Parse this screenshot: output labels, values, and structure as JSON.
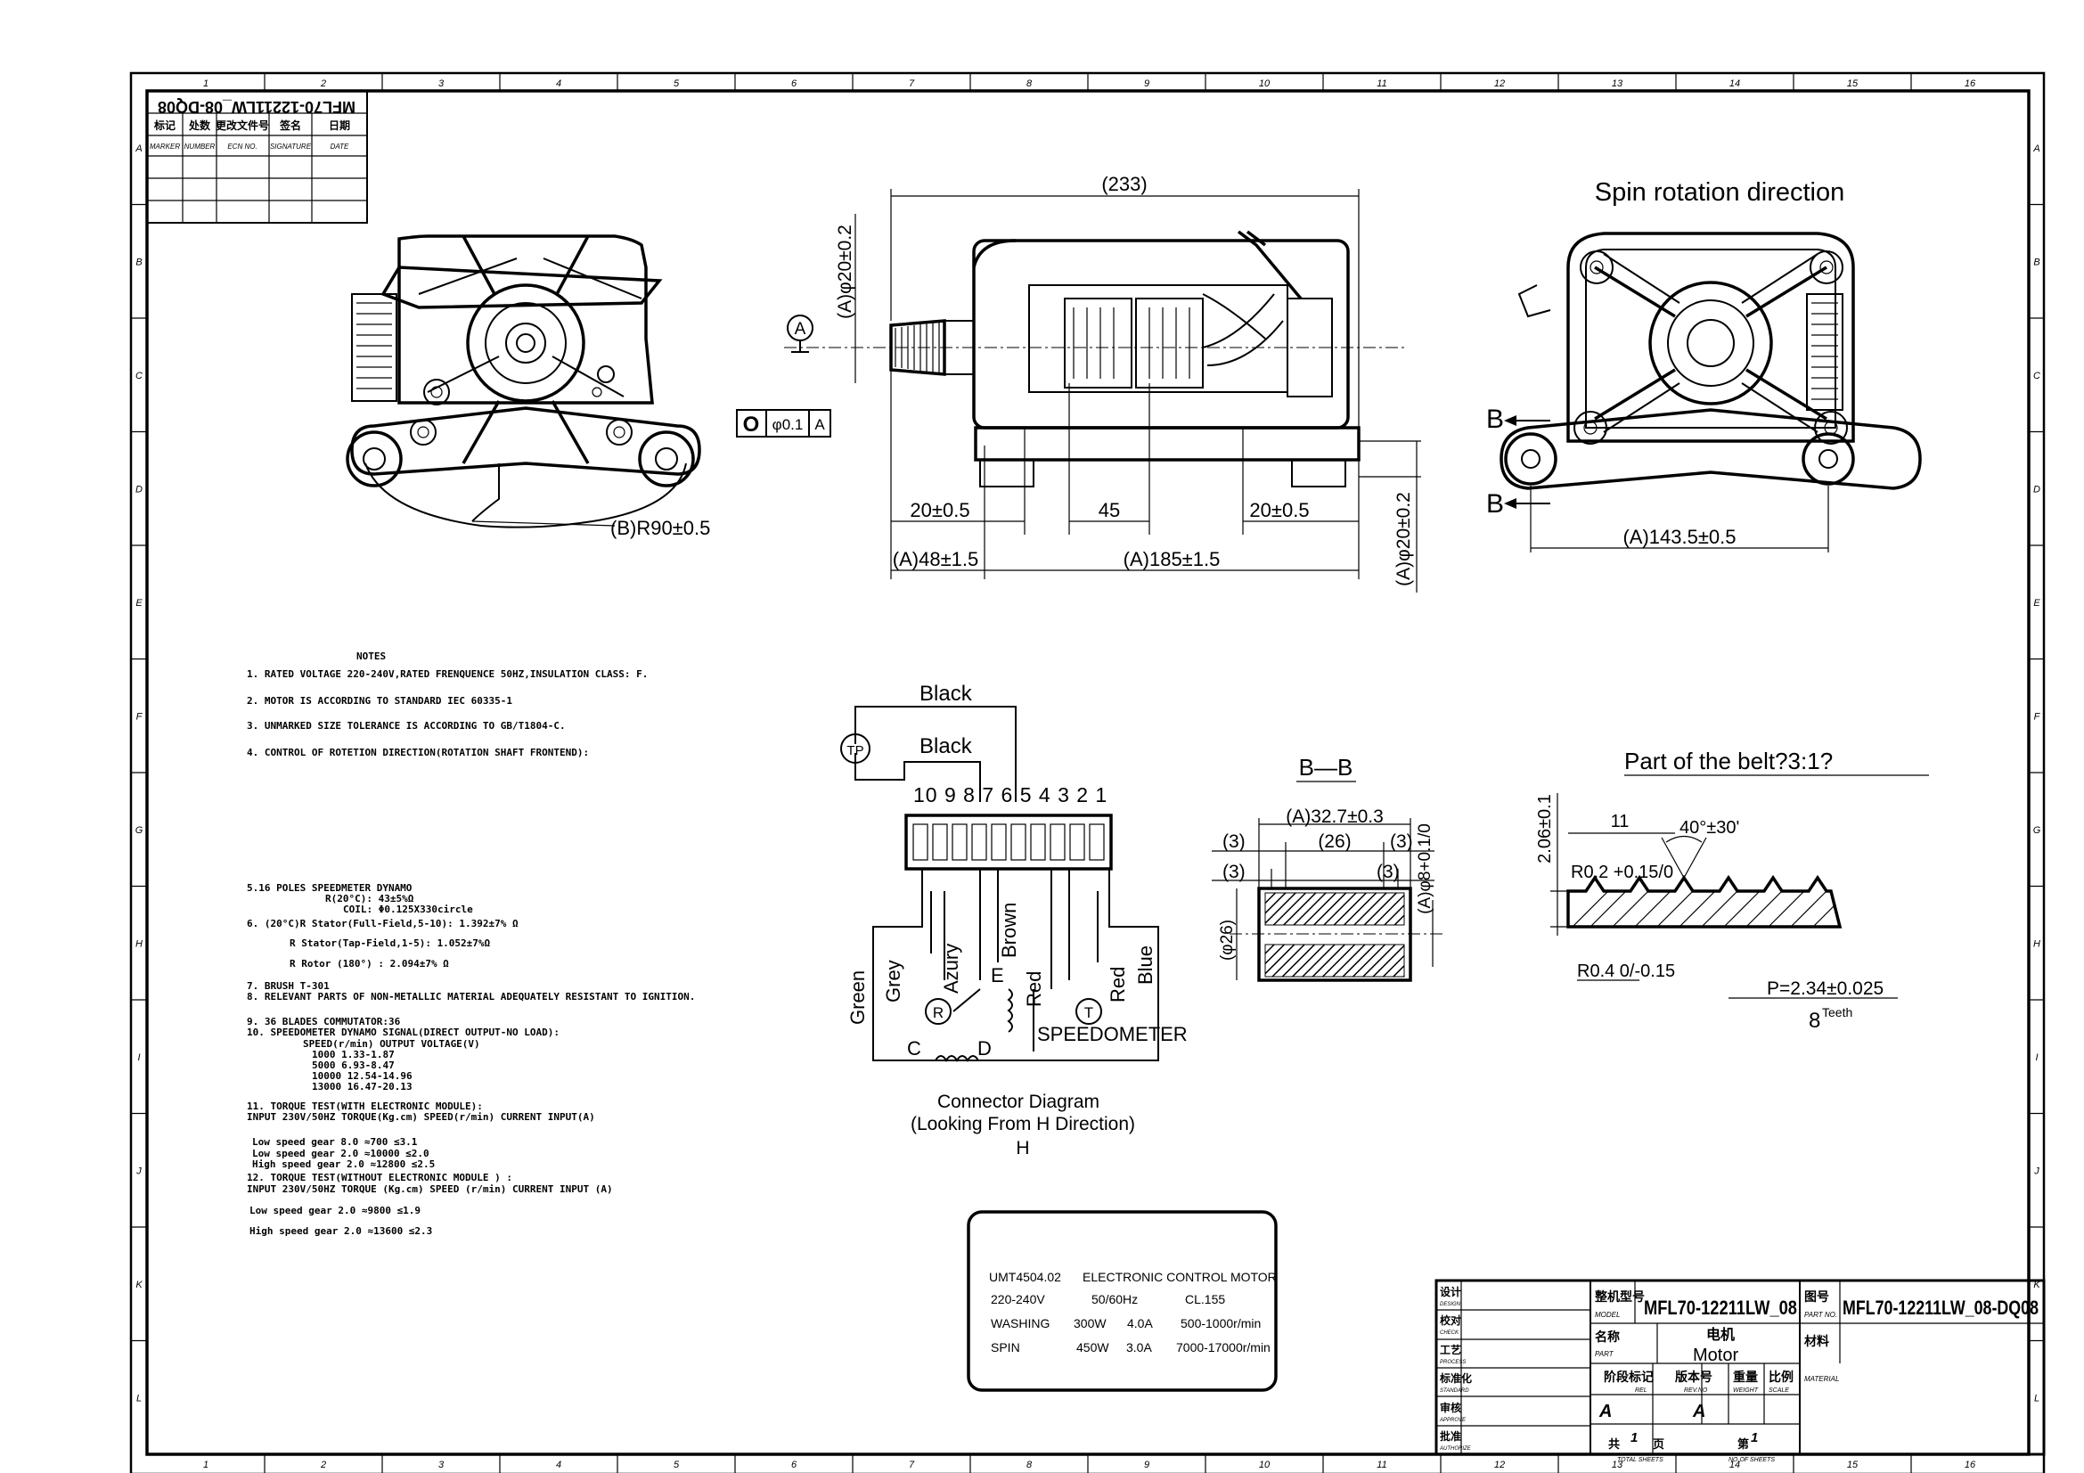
{
  "frame": {
    "col_numbers": [
      "1",
      "2",
      "3",
      "4",
      "5",
      "6",
      "7",
      "8",
      "9",
      "10",
      "11",
      "12",
      "13",
      "14",
      "15",
      "16"
    ],
    "row_letters": [
      "A",
      "B",
      "C",
      "D",
      "E",
      "F",
      "G",
      "H",
      "I",
      "J",
      "K",
      "L"
    ]
  },
  "revision_block": {
    "title": "MFL70-12211LW_08-DQ08",
    "headers_cn": [
      "标记",
      "处数",
      "更改文件号",
      "签名",
      "日期"
    ],
    "headers_en": [
      "MARKER",
      "NUMBER",
      "ECN NO.",
      "SIGNATURE",
      "DATE"
    ]
  },
  "views": {
    "spin_title": "Spin rotation direction",
    "dims": {
      "overall": "(233)",
      "shaft_dia_top": "(A)φ20±0.2",
      "datum": "A",
      "tolerance_box": [
        "O",
        "φ0.1",
        "A"
      ],
      "d20_left": "20±0.5",
      "d45": "45",
      "d20_right": "20±0.5",
      "d48": "(A)48±1.5",
      "d185": "(A)185±1.5",
      "shaft_dia_right": "(A)φ20±0.2",
      "radius": "(B)R90±0.5",
      "d143": "(A)143.5±0.5",
      "b_upper": "B",
      "b_lower": "B"
    }
  },
  "notes": {
    "heading": "NOTES",
    "lines": [
      "1. RATED VOLTAGE 220-240V,RATED FRENQUENCE 50HZ,INSULATION CLASS: F.",
      "2. MOTOR IS ACCORDING TO STANDARD IEC 60335-1",
      "3. UNMARKED SIZE TOLERANCE IS ACCORDING TO GB/T1804-C.",
      "4. CONTROL OF ROTETION DIRECTION(ROTATION SHAFT FRONTEND):",
      "5.16 POLES SPEEDMETER DYNAMO",
      "R(20°C): 43±5%Ω",
      "COIL: Φ0.125X330circle",
      "6. (20°C)R Stator(Full-Field,5-10): 1.392±7% Ω",
      "R Stator(Tap-Field,1-5): 1.052±7%Ω",
      "R Rotor (180°) : 2.094±7% Ω",
      "7. BRUSH T-301",
      "8. RELEVANT PARTS OF NON-METALLIC MATERIAL ADEQUATELY RESISTANT TO IGNITION.",
      "9. 36 BLADES COMMUTATOR:36",
      "10. SPEEDOMETER DYNAMO SIGNAL(DIRECT OUTPUT-NO LOAD):",
      "SPEED(r/min)   OUTPUT VOLTAGE(V)",
      "1000   1.33-1.87",
      "5000   6.93-8.47",
      "10000  12.54-14.96",
      "13000  16.47-20.13",
      "11. TORQUE TEST(WITH ELECTRONIC MODULE):",
      "INPUT 230V/50HZ   TORQUE(Kg.cm)   SPEED(r/min)   CURRENT INPUT(A)",
      "Low speed gear     8.0     ≈700     ≤3.1",
      "Low speed gear     2.0     ≈10000   ≤2.0",
      "High speed gear    2.0     ≈12800   ≤2.5",
      "12. TORQUE TEST(WITHOUT ELECTRONIC MODULE ) :",
      "INPUT 230V/50HZ   TORQUE (Kg.cm)   SPEED (r/min)   CURRENT INPUT (A)",
      "Low speed gear     2.0     ≈9800    ≤1.9",
      "High speed gear    2.0     ≈13600   ≤2.3"
    ]
  },
  "connector": {
    "black_top": "Black",
    "black_mid": "Black",
    "tp": "TP",
    "pins": "10 9 8 7 6 5 4 3 2 1",
    "wires": [
      "Green",
      "Grey",
      "Azury",
      "Brown",
      "Red",
      "Red",
      "Blue"
    ],
    "e": "E",
    "r": "R",
    "t": "T",
    "c": "C",
    "d": "D",
    "speedometer": "SPEEDOMETER",
    "caption1": "Connector Diagram",
    "caption2": "(Looking From H Direction)",
    "caption3": "H"
  },
  "section_bb": {
    "title": "B—B",
    "d32": "(A)32.7±0.3",
    "d3a": "(3)",
    "d26a": "(26)",
    "d3b": "(3)",
    "d3c": "(3)",
    "d3d": "(3)",
    "d8": "(A)φ8+0.1/0",
    "d26b": "(φ26)"
  },
  "belt": {
    "title": "Part of the belt?3:1?",
    "h": "2.06±0.1",
    "w": "11",
    "angle": "40°±30'",
    "r02": "R0.2 +0.15/0",
    "r04": "R0.4 0/-0.15",
    "pitch": "P=2.34±0.025",
    "teeth_n": "8",
    "teeth": "Teeth"
  },
  "label_box": {
    "rows": [
      [
        "UMT4504.02",
        "ELECTRONIC CONTROL MOTOR"
      ],
      [
        "220-240V",
        "50/60Hz",
        "CL.155"
      ],
      [
        "WASHING",
        "300W",
        "4.0A",
        "500-1000r/min"
      ],
      [
        "SPIN",
        "450W",
        "3.0A",
        "7000-17000r/min"
      ]
    ]
  },
  "title_block": {
    "left_labels_cn": [
      "设计",
      "校对",
      "工艺",
      "标准化",
      "审核",
      "批准"
    ],
    "left_labels_en": [
      "DESIGN",
      "CHECK",
      "PROCESS",
      "STANDARD",
      "APPROVE",
      "AUTHORIZE"
    ],
    "model_label_cn": "整机型号",
    "model_label_en": "MODEL",
    "model": "MFL70-12211LW_08",
    "partno_label_cn": "图号",
    "partno_label_en": "PART NO.",
    "partno": "MFL70-12211LW_08-DQ08",
    "name_label_cn": "名称",
    "name_label_en": "PART",
    "name_cn": "电机",
    "name": "Motor",
    "material_cn": "材料",
    "material_en": "MATERIAL",
    "stage_cn": "阶段标记",
    "version_cn": "版本号",
    "weight_cn": "重量",
    "scale_cn": "比例",
    "stage_en": "REL",
    "version_en": "REV.NO",
    "weight_en": "WEIGHT",
    "scale_en": "SCALE",
    "stage": "A",
    "version": "A",
    "total_cn": "共",
    "sheet_cn": "页",
    "page_cn": "第",
    "sheets": "1",
    "sheet_no": "1",
    "total_en": "TOTAL SHEETS",
    "no_en": "NO.OF SHEETS"
  }
}
